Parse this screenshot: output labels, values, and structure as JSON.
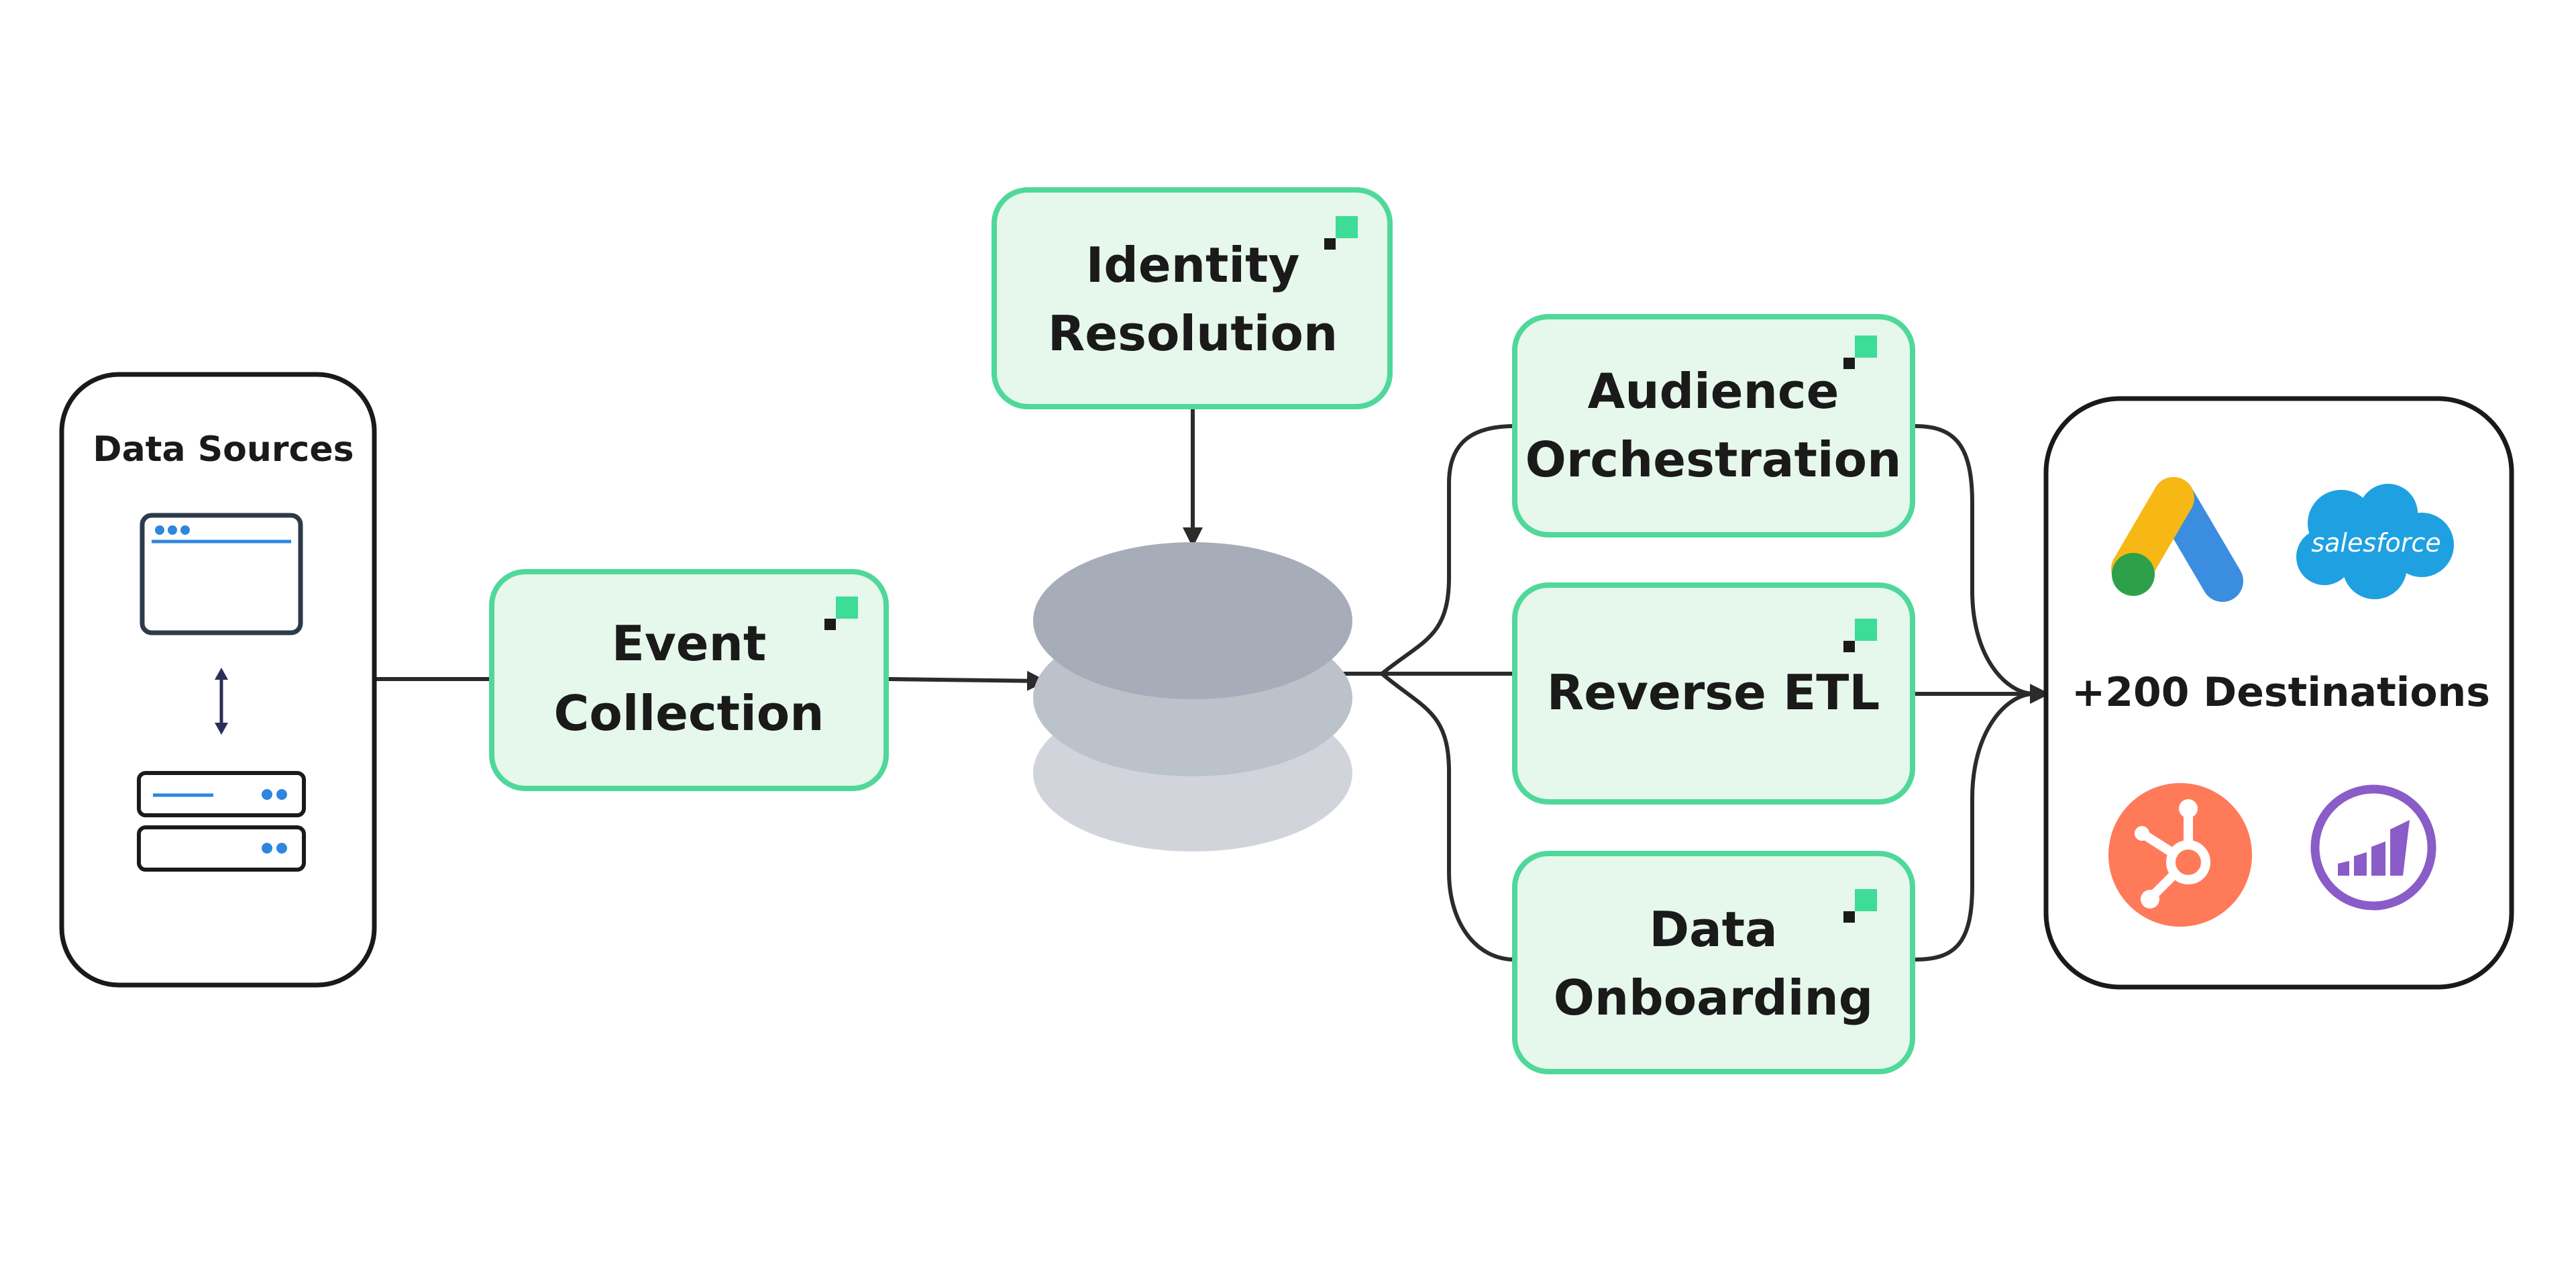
{
  "sources": {
    "title": "Data Sources"
  },
  "nodes": {
    "event_collection": {
      "line1": "Event",
      "line2": "Collection"
    },
    "identity_resolution": {
      "line1": "Identity",
      "line2": "Resolution"
    },
    "audience_orchestration": {
      "line1": "Audience",
      "line2": "Orchestration"
    },
    "reverse_etl": {
      "line1": "Reverse ETL"
    },
    "data_onboarding": {
      "line1": "Data",
      "line2": "Onboarding"
    }
  },
  "destinations": {
    "label": "+200 Destinations",
    "logos": {
      "salesforce": "salesforce",
      "google_ads": "google-ads-logo",
      "hubspot": "hubspot-logo",
      "marketo": "marketo-logo"
    }
  },
  "colors": {
    "box_fill": "#e6f7ec",
    "box_stroke": "#4fd89a",
    "accent": "#3ddc97",
    "line": "#2b2b2b",
    "db_top": "#a6adb8",
    "db_mid": "#bcc2ca",
    "db_bottom": "#d1d5db"
  }
}
